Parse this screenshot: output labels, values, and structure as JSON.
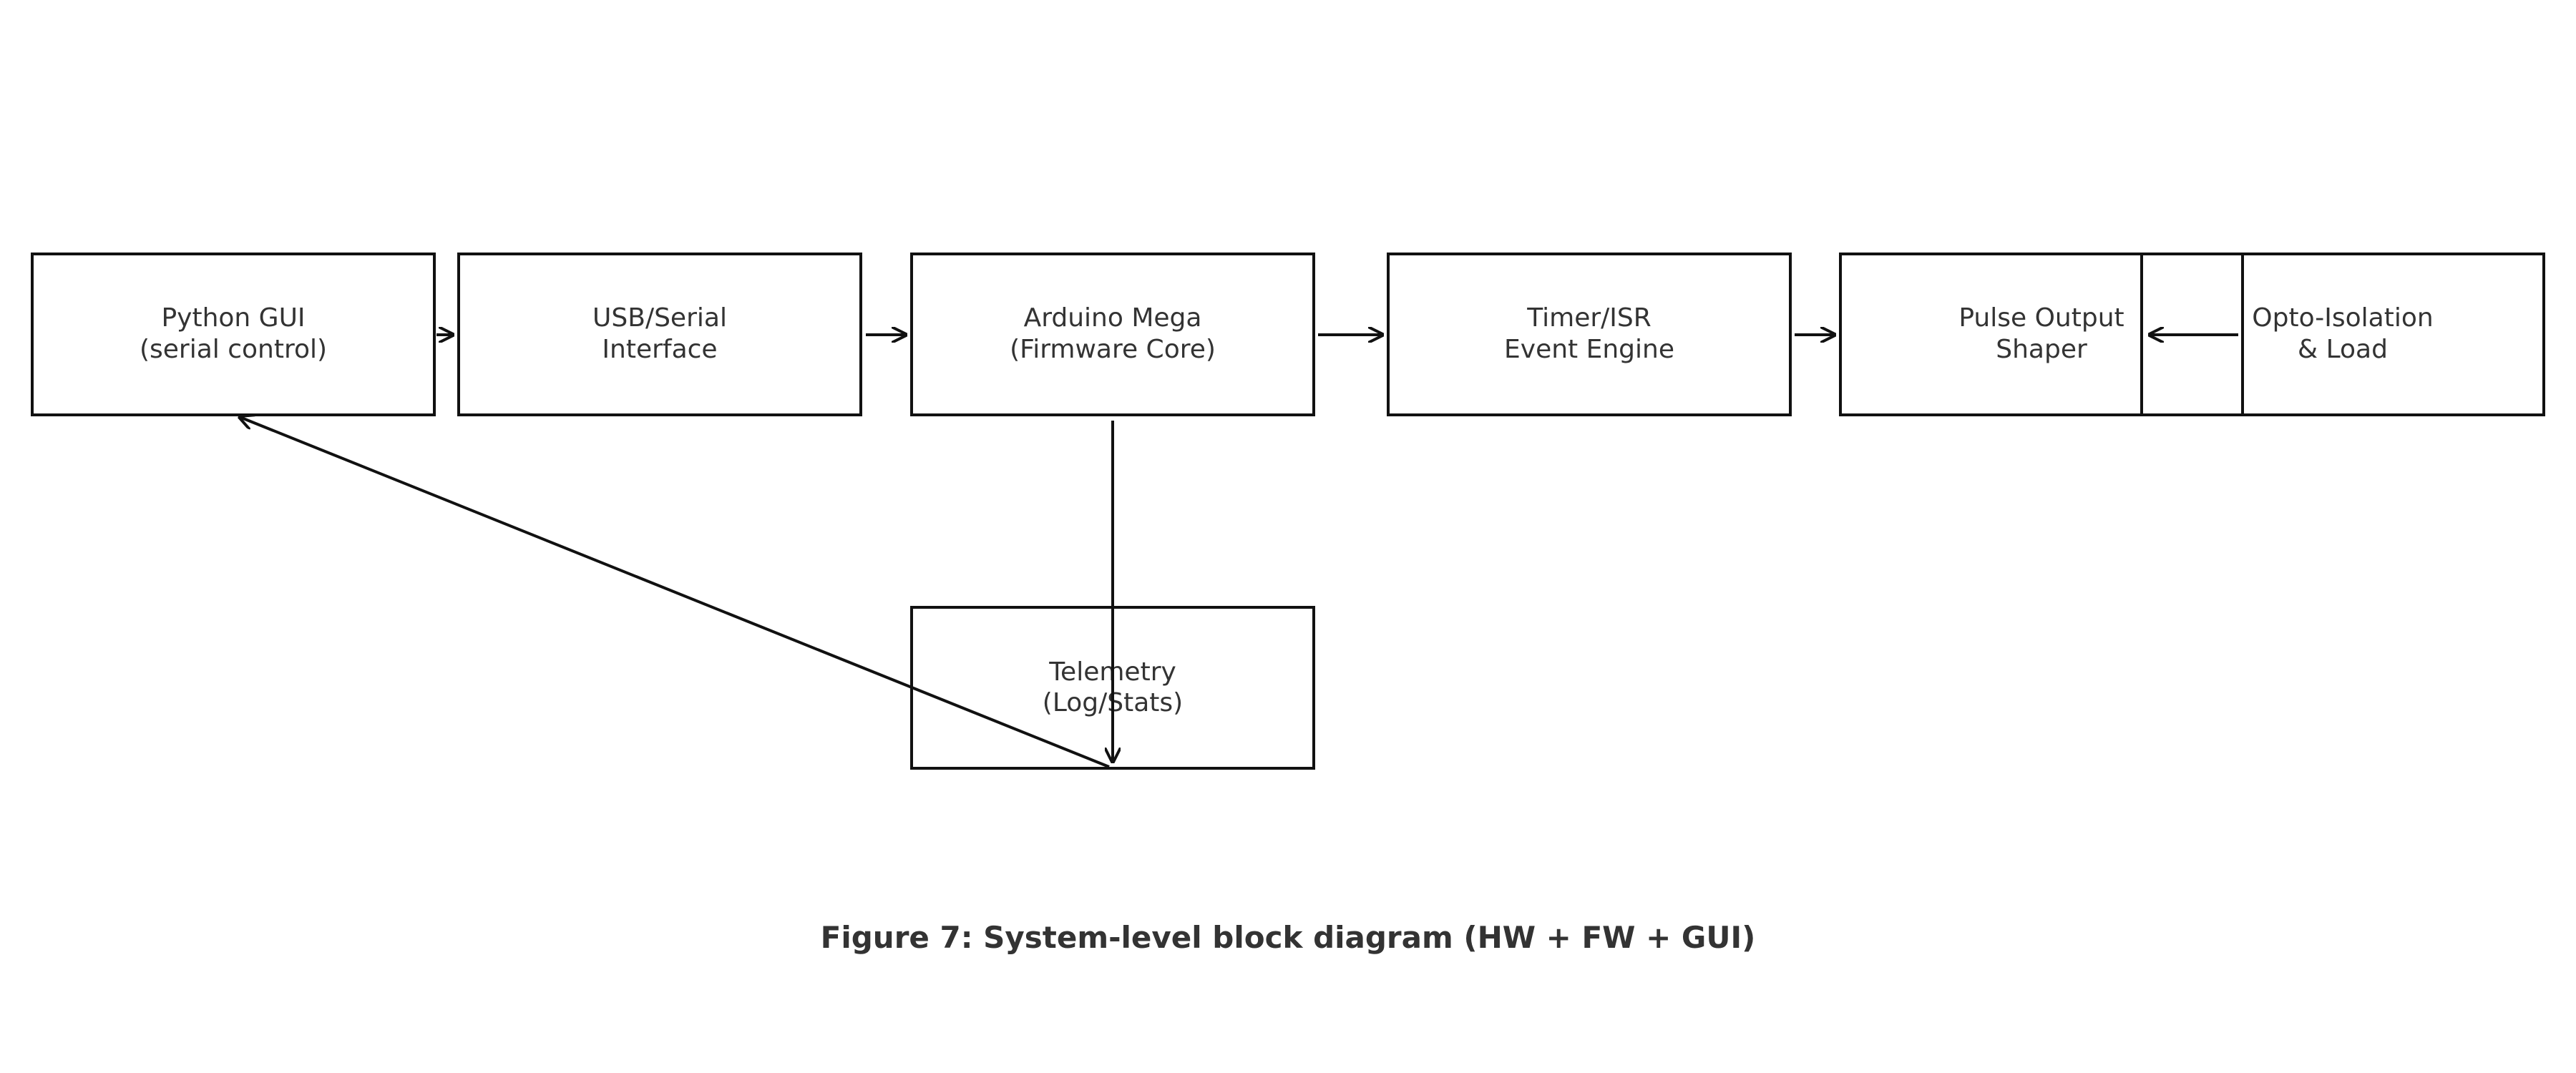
{
  "caption": "Figure 7: System-level block diagram (HW + FW + GUI)",
  "blocks": {
    "python_gui": {
      "line1": "Python GUI",
      "line2": "(serial control)"
    },
    "usb_serial": {
      "line1": "USB/Serial",
      "line2": "Interface"
    },
    "arduino_mega": {
      "line1": "Arduino Mega",
      "line2": "(Firmware Core)"
    },
    "timer_isr": {
      "line1": "Timer/ISR",
      "line2": "Event Engine"
    },
    "pulse_output": {
      "line1": "Pulse Output",
      "line2": "Shaper"
    },
    "opto_isolation": {
      "line1": "Opto-Isolation",
      "line2": "& Load"
    },
    "telemetry": {
      "line1": "Telemetry",
      "line2": "(Log/Stats)"
    }
  },
  "colors": {
    "stroke": "#111111",
    "text": "#333333",
    "background": "#ffffff"
  }
}
